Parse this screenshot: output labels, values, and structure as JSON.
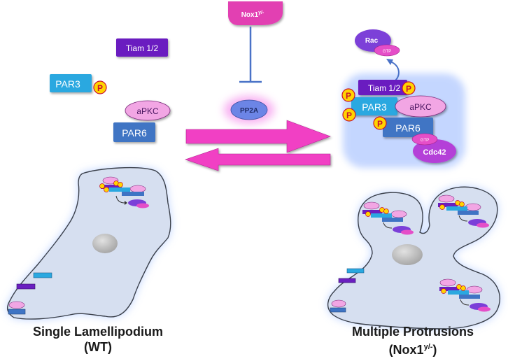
{
  "labels": {
    "tiam": "Tiam 1/2",
    "par3": "PAR3",
    "par6": "PAR6",
    "apkc": "aPKC",
    "p": "P",
    "pp2a": "PP2A",
    "rac": "Rac",
    "gtp": "GTP",
    "cdc42": "Cdc42",
    "nox1_base": "Nox1",
    "nox1_sup": "y/-"
  },
  "captions": {
    "left_title": "Single Lamellipodium",
    "left_sub": "(WT)",
    "right_title": "Multiple Protrusions",
    "right_sub_base": "(Nox1",
    "right_sub_sup": "y/-",
    "right_sub_end": ")"
  },
  "colors": {
    "tiam": "#6a1fc0",
    "par3": "#2aa8e0",
    "par6": "#3f74c4",
    "apkc": "#f2a6e4",
    "p_fill": "#ffd400",
    "p_text": "#c8102e",
    "pp2a": "#6c85e6",
    "pp2a_glow": "#f7a8f0",
    "nox1": "#e23fb2",
    "rac": "#7b3fd8",
    "cdc42": "#b43fd8",
    "gtp": "#e54ec8",
    "arrow": "#f13fc4",
    "cell_fill": "#d6dff0",
    "nucleus": "#b9b9b9",
    "inhibit_line": "#4a72c7"
  }
}
